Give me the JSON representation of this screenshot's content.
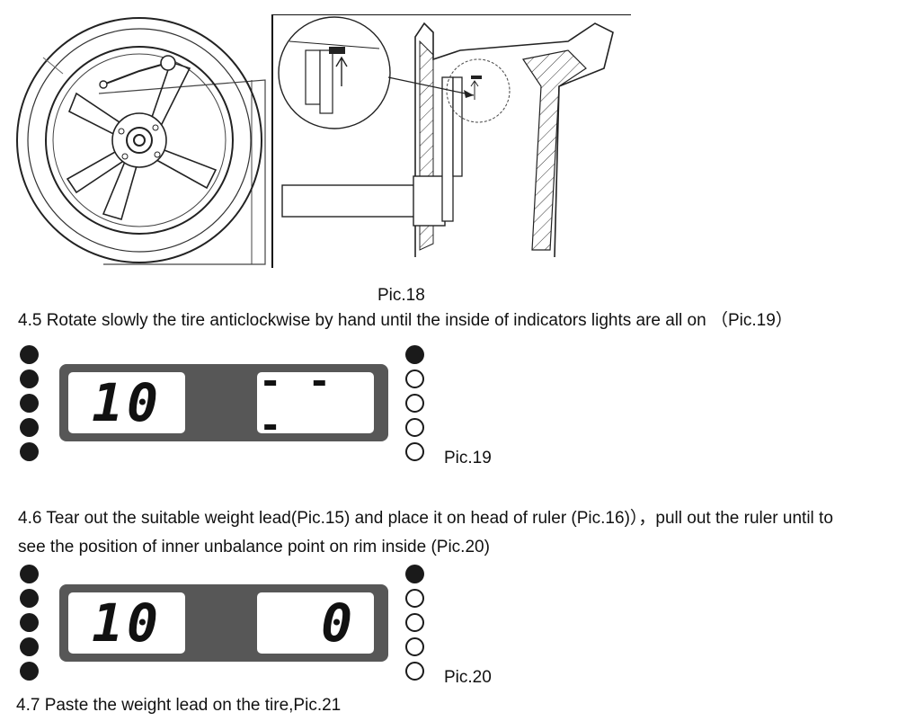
{
  "figure18": {
    "caption": "Pic.18"
  },
  "step45": {
    "text": "4.5 Rotate slowly the tire anticlockwise by hand until the inside of indicators lights are all on （Pic.19）"
  },
  "figure19": {
    "caption": "Pic.19",
    "left_display": "10",
    "right_display": "- - -",
    "left_lights": [
      "on",
      "on",
      "on",
      "on",
      "on"
    ],
    "right_lights": [
      "on",
      "off",
      "off",
      "off",
      "off"
    ]
  },
  "step46": {
    "line1": "4.6 Tear out the suitable weight lead(Pic.15) and place it on head of ruler (Pic.16)），pull out the ruler until to",
    "line2": "see the position of inner unbalance point on rim inside (Pic.20)"
  },
  "figure20": {
    "caption": "Pic.20",
    "left_display": "10",
    "right_display": "0",
    "left_lights": [
      "on",
      "on",
      "on",
      "on",
      "on"
    ],
    "right_lights": [
      "on",
      "off",
      "off",
      "off",
      "off"
    ]
  },
  "step47": {
    "text": "4.7 Paste the weight lead on the tire,Pic.21"
  }
}
